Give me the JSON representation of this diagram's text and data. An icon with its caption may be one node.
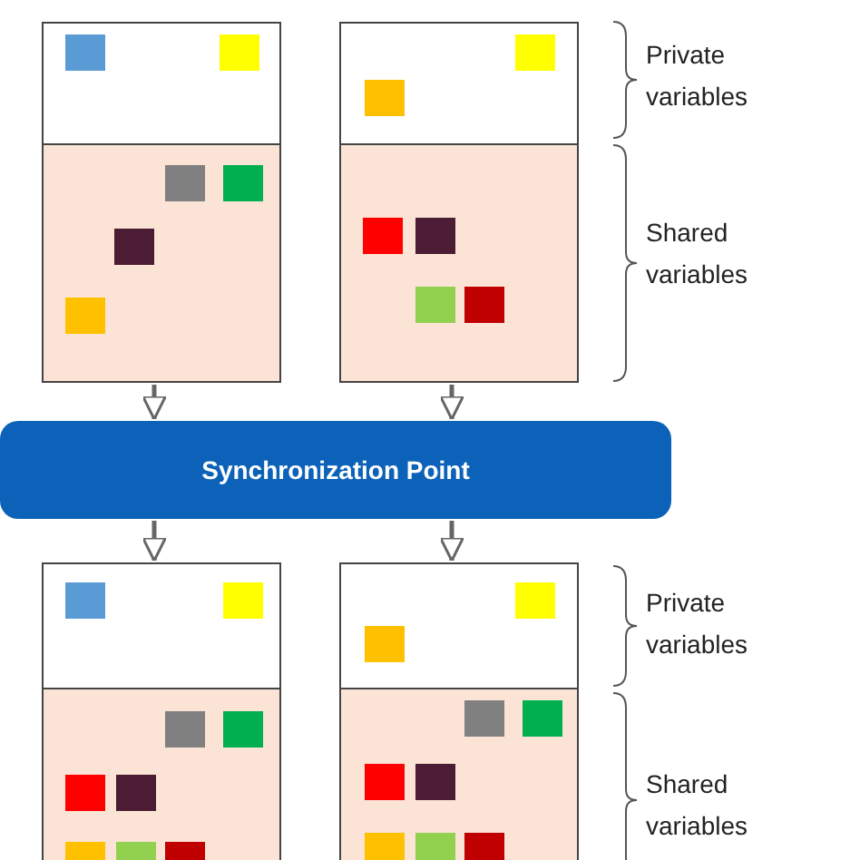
{
  "diagram": {
    "nodes": [
      {
        "text": [],
        "shape": "box"
      },
      {
        "text": [],
        "shape": "box"
      },
      {
        "text": [
          "Synchronization Point"
        ]
      },
      {
        "text": [],
        "shape": "box"
      },
      {
        "text": [],
        "shape": "box"
      }
    ],
    "edges": [
      {
        "from": 0,
        "to": 2,
        "arrow": "to"
      },
      {
        "from": 1,
        "to": 2,
        "arrow": "to"
      },
      {
        "from": 2,
        "to": 3,
        "arrow": "to"
      },
      {
        "from": 2,
        "to": 4,
        "arrow": "to"
      }
    ],
    "labels": [
      "Private variables",
      "Shared variables",
      "Private variables",
      "Shared variables"
    ]
  }
}
